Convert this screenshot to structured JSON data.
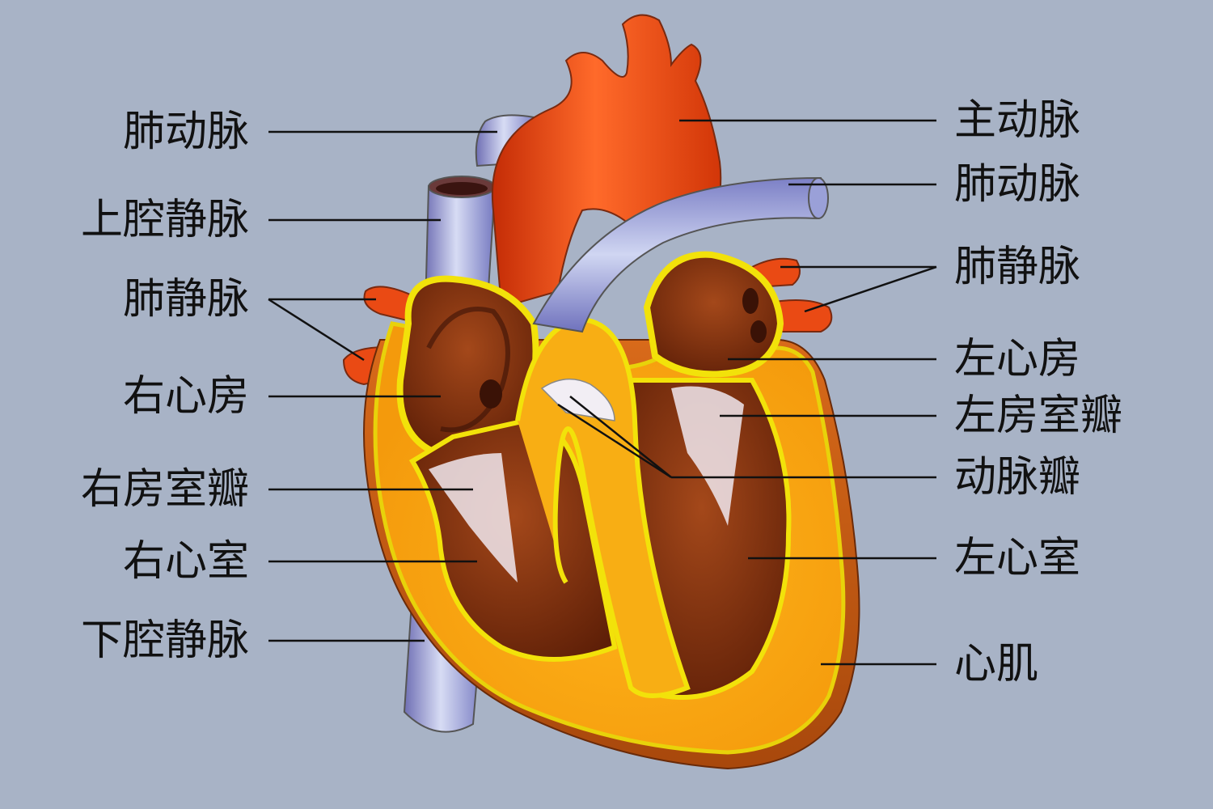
{
  "labels_left": [
    {
      "id": "pulmonary-artery-left",
      "text": "肺动脉"
    },
    {
      "id": "superior-vena-cava",
      "text": "上腔静脉"
    },
    {
      "id": "pulmonary-veins-left",
      "text": "肺静脉"
    },
    {
      "id": "right-atrium",
      "text": "右心房"
    },
    {
      "id": "tricuspid-valve",
      "text": "右房室瓣"
    },
    {
      "id": "right-ventricle",
      "text": "右心室"
    },
    {
      "id": "inferior-vena-cava",
      "text": "下腔静脉"
    }
  ],
  "labels_right": [
    {
      "id": "aorta",
      "text": "主动脉"
    },
    {
      "id": "pulmonary-artery-right",
      "text": "肺动脉"
    },
    {
      "id": "pulmonary-veins-right",
      "text": "肺静脉"
    },
    {
      "id": "left-atrium",
      "text": "左心房"
    },
    {
      "id": "mitral-valve",
      "text": "左房室瓣"
    },
    {
      "id": "arterial-valve",
      "text": "动脉瓣"
    },
    {
      "id": "left-ventricle",
      "text": "左心室"
    },
    {
      "id": "myocardium",
      "text": "心肌"
    }
  ],
  "colors": {
    "background": "#a8b3c6",
    "artery_red": "#e8420f",
    "vein_blue": "#8a8fd0",
    "myocardium_yellow": "#f7b21a",
    "chamber_brown": "#7a2e0c",
    "leader_line": "#111111"
  }
}
